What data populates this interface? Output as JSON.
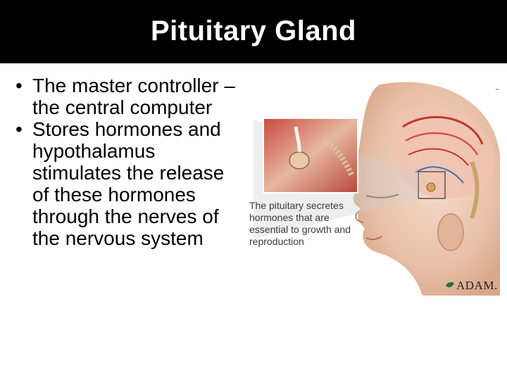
{
  "slide": {
    "title": "Pituitary Gland",
    "bullets": [
      {
        "text": "The master controller – the central computer"
      },
      {
        "text": "Stores hormones and hypothalamus stimulates the release of these hormones through the nerves of the nervous system"
      }
    ]
  },
  "figure": {
    "caption": "The pituitary secretes hormones that are essential to growth and reproduction",
    "logo_text": "ADAM.",
    "icons": [
      "infant-head-illustration",
      "brain-detail-inset",
      "adam-leaf-icon"
    ]
  },
  "colors": {
    "title_bg": "#000000",
    "title_text": "#ffffff",
    "body_text": "#000000"
  }
}
